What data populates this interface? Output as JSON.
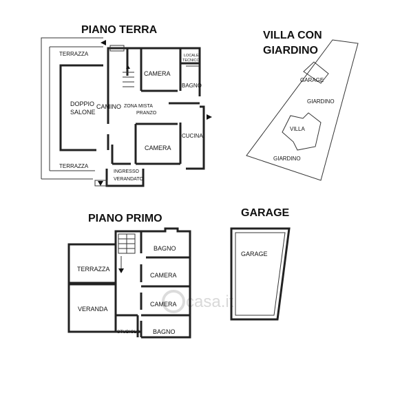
{
  "ground_floor": {
    "title": "PIANO TERRA",
    "rooms": {
      "terrazza_top": "TERRAZZA",
      "terrazza_bottom": "TERRAZZA",
      "doppio": "DOPPIO",
      "salone": "SALONE",
      "camino": "CAMINO",
      "camera_top": "CAMERA",
      "camera_bottom": "CAMERA",
      "bagno": "BAGNO",
      "locale": "LOCALE",
      "tecnico": "TECNICO",
      "zona_mista": "ZONA MISTA",
      "pranzo": "PRANZO",
      "cucina": "CUCINA",
      "ingresso": "INGRESSO",
      "verandato": "VERANDATO"
    }
  },
  "site": {
    "title_line1": "VILLA CON",
    "title_line2": "GIARDINO",
    "garage": "GARAGE",
    "giardino_top": "GIARDINO",
    "villa": "VILLA",
    "giardino_bottom": "GIARDINO"
  },
  "first_floor": {
    "title": "PIANO PRIMO",
    "rooms": {
      "bagno_top": "BAGNO",
      "terrazza": "TERRAZZA",
      "camera_top": "CAMERA",
      "veranda": "VERANDA",
      "camera_middle": "CAMERA",
      "studiolo": "STUDIOLO",
      "bagno_bottom": "BAGNO"
    }
  },
  "garage_plan": {
    "title": "GARAGE",
    "room": "GARAGE"
  },
  "watermark": "casa.it"
}
